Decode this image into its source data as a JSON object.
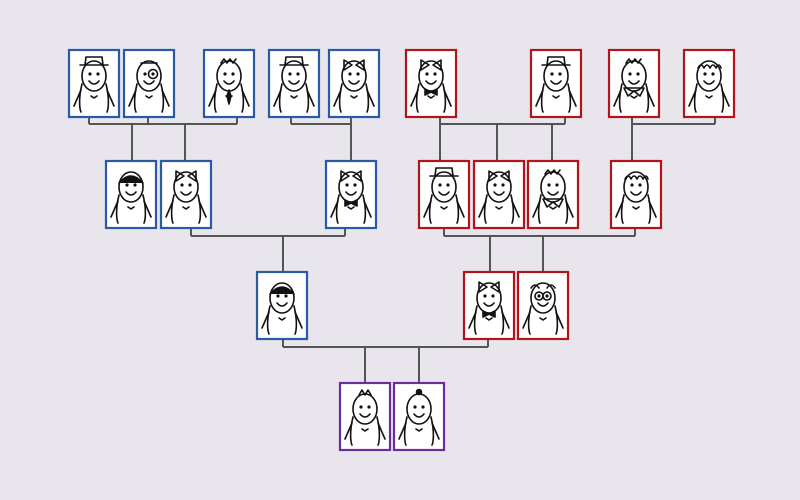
{
  "colors": {
    "background": "#e8e6ec",
    "paternal": "#2a5aa6",
    "maternal": "#b3141b",
    "children": "#6a2d9a",
    "connector": "#555555",
    "ink": "#111111",
    "card_fill": "#ffffff"
  },
  "tree": {
    "generations": [
      {
        "rank": "great-grandparents",
        "cards": [
          {
            "side": "paternal",
            "portrait": "woman-with-hat-icon"
          },
          {
            "side": "paternal",
            "portrait": "man-with-monocle-icon"
          },
          {
            "side": "paternal",
            "portrait": "man-with-tie-icon"
          },
          {
            "side": "paternal",
            "portrait": "man-with-cap-icon"
          },
          {
            "side": "paternal",
            "portrait": "woman-with-bow-icon"
          },
          {
            "side": "maternal",
            "portrait": "man-with-bowtie-icon"
          },
          {
            "side": "maternal",
            "portrait": "man-with-hat-icon"
          },
          {
            "side": "maternal",
            "portrait": "man-with-scarf-icon"
          },
          {
            "side": "maternal",
            "portrait": "woman-curly-hair-icon"
          }
        ]
      },
      {
        "rank": "grandparents",
        "cards": [
          {
            "side": "paternal",
            "portrait": "woman-with-headband-icon"
          },
          {
            "side": "paternal",
            "portrait": "woman-with-bow-icon"
          },
          {
            "side": "paternal",
            "portrait": "man-with-bowtie-icon"
          },
          {
            "side": "maternal",
            "portrait": "man-with-cap-icon"
          },
          {
            "side": "maternal",
            "portrait": "woman-with-bow-icon"
          },
          {
            "side": "maternal",
            "portrait": "man-with-scarf-icon"
          },
          {
            "side": "maternal",
            "portrait": "woman-curly-hair-icon"
          }
        ]
      },
      {
        "rank": "parents",
        "cards": [
          {
            "side": "paternal",
            "portrait": "woman-with-bangs-icon"
          },
          {
            "side": "maternal",
            "portrait": "man-with-bowtie-icon"
          },
          {
            "side": "maternal",
            "portrait": "woman-with-glasses-icon"
          }
        ]
      },
      {
        "rank": "children",
        "cards": [
          {
            "side": "children",
            "portrait": "child-smiling-icon"
          },
          {
            "side": "children",
            "portrait": "baby-icon"
          }
        ]
      }
    ]
  }
}
